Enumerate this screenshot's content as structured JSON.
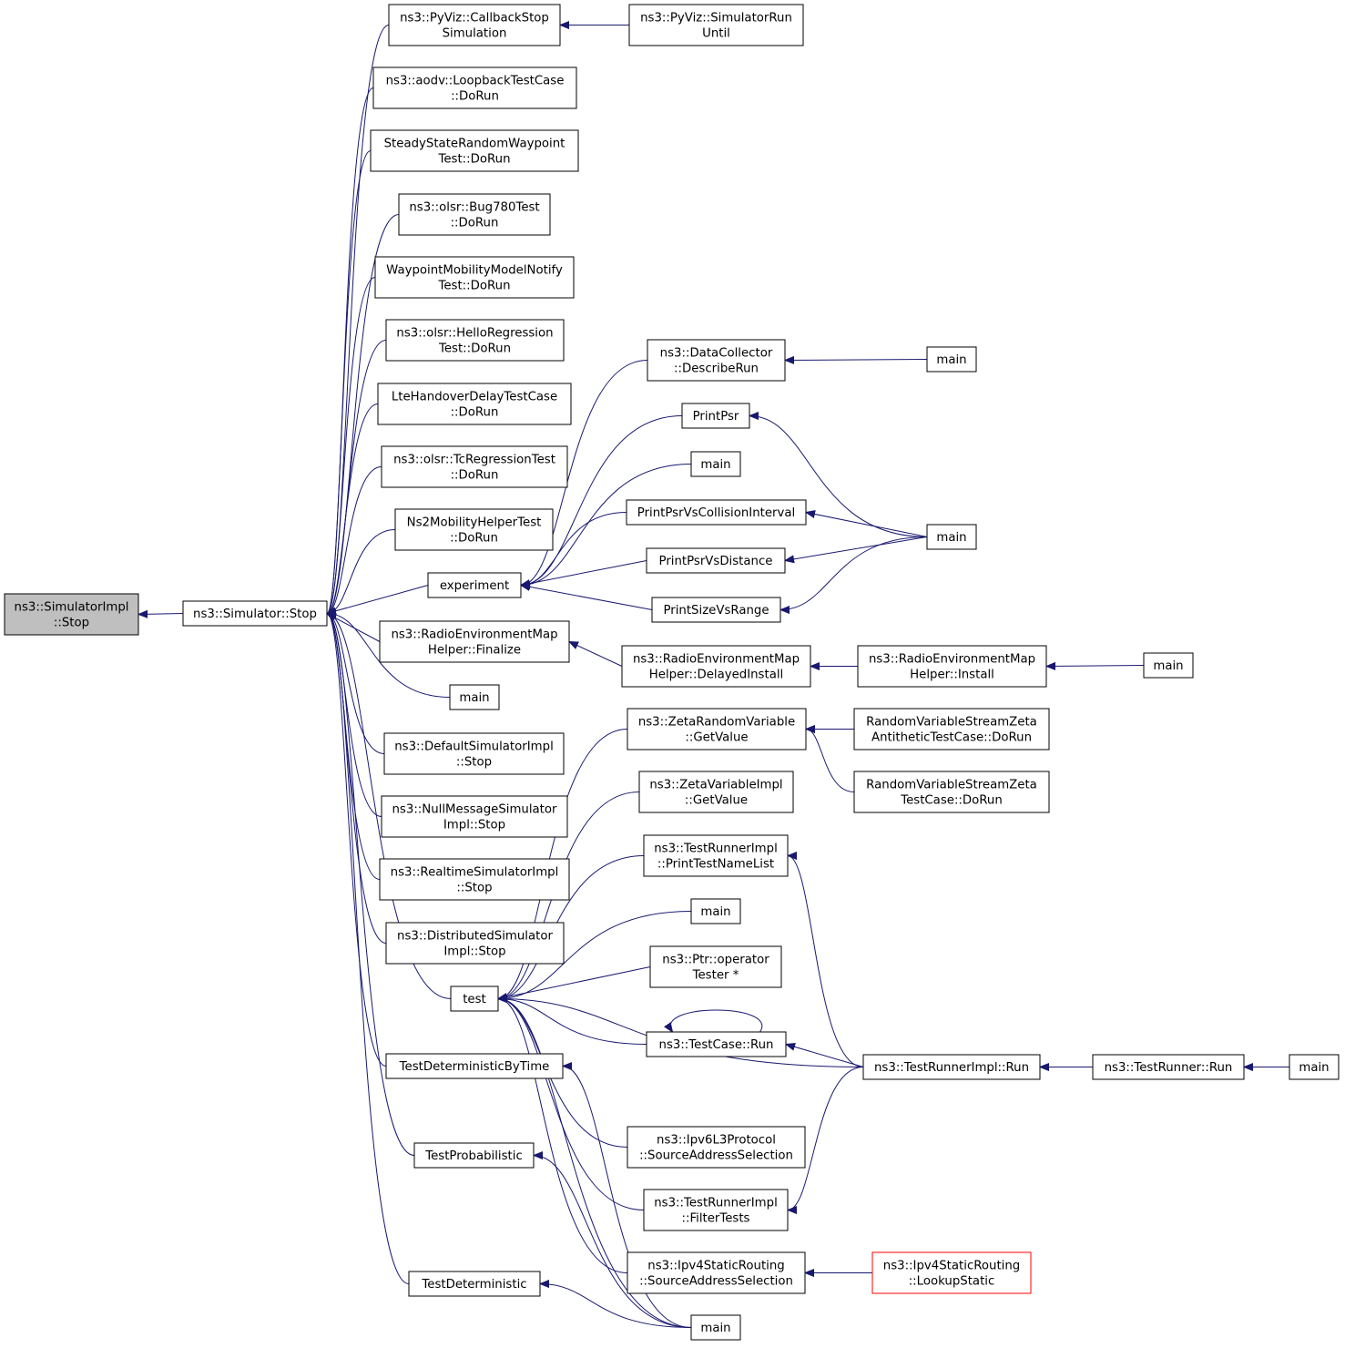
{
  "colors": {
    "edge": "#191970",
    "root_fill": "#bfbfbf",
    "node_border": "#000000",
    "truncated_border": "#ff0000"
  },
  "nodes": [
    {
      "id": "simimpl_stop",
      "lines": [
        "ns3::SimulatorImpl",
        "::Stop"
      ],
      "style": "root"
    },
    {
      "id": "simulator_stop",
      "lines": [
        "ns3::Simulator::Stop"
      ]
    },
    {
      "id": "pyviz_cbstop",
      "lines": [
        "ns3::PyViz::CallbackStop",
        "Simulation"
      ]
    },
    {
      "id": "pyviz_rununtil",
      "lines": [
        "ns3::PyViz::SimulatorRun",
        "Until"
      ]
    },
    {
      "id": "aodv_loopback",
      "lines": [
        "ns3::aodv::LoopbackTestCase",
        "::DoRun"
      ]
    },
    {
      "id": "steadystate",
      "lines": [
        "SteadyStateRandomWaypoint",
        "Test::DoRun"
      ]
    },
    {
      "id": "olsr_bug780",
      "lines": [
        "ns3::olsr::Bug780Test",
        "::DoRun"
      ]
    },
    {
      "id": "waypoint_notify",
      "lines": [
        "WaypointMobilityModelNotify",
        "Test::DoRun"
      ]
    },
    {
      "id": "olsr_hello",
      "lines": [
        "ns3::olsr::HelloRegression",
        "Test::DoRun"
      ]
    },
    {
      "id": "lte_handover",
      "lines": [
        "LteHandoverDelayTestCase",
        "::DoRun"
      ]
    },
    {
      "id": "olsr_tc",
      "lines": [
        "ns3::olsr::TcRegressionTest",
        "::DoRun"
      ]
    },
    {
      "id": "ns2mobility",
      "lines": [
        "Ns2MobilityHelperTest",
        "::DoRun"
      ]
    },
    {
      "id": "experiment",
      "lines": [
        "experiment"
      ]
    },
    {
      "id": "rem_finalize",
      "lines": [
        "ns3::RadioEnvironmentMap",
        "Helper::Finalize"
      ]
    },
    {
      "id": "main_a",
      "lines": [
        "main"
      ]
    },
    {
      "id": "default_stop",
      "lines": [
        "ns3::DefaultSimulatorImpl",
        "::Stop"
      ]
    },
    {
      "id": "nullmsg_stop",
      "lines": [
        "ns3::NullMessageSimulator",
        "Impl::Stop"
      ]
    },
    {
      "id": "realtime_stop",
      "lines": [
        "ns3::RealtimeSimulatorImpl",
        "::Stop"
      ]
    },
    {
      "id": "distributed_stop",
      "lines": [
        "ns3::DistributedSimulator",
        "Impl::Stop"
      ]
    },
    {
      "id": "test",
      "lines": [
        "test"
      ]
    },
    {
      "id": "test_det_time",
      "lines": [
        "TestDeterministicByTime"
      ]
    },
    {
      "id": "test_prob",
      "lines": [
        "TestProbabilistic"
      ]
    },
    {
      "id": "test_det",
      "lines": [
        "TestDeterministic"
      ]
    },
    {
      "id": "dc_describerun",
      "lines": [
        "ns3::DataCollector",
        "::DescribeRun"
      ]
    },
    {
      "id": "printpsr",
      "lines": [
        "PrintPsr"
      ]
    },
    {
      "id": "main_b",
      "lines": [
        "main"
      ]
    },
    {
      "id": "psr_collision",
      "lines": [
        "PrintPsrVsCollisionInterval"
      ]
    },
    {
      "id": "psr_distance",
      "lines": [
        "PrintPsrVsDistance"
      ]
    },
    {
      "id": "size_range",
      "lines": [
        "PrintSizeVsRange"
      ]
    },
    {
      "id": "rem_delayed",
      "lines": [
        "ns3::RadioEnvironmentMap",
        "Helper::DelayedInstall"
      ]
    },
    {
      "id": "zeta_rv",
      "lines": [
        "ns3::ZetaRandomVariable",
        "::GetValue"
      ]
    },
    {
      "id": "zeta_impl",
      "lines": [
        "ns3::ZetaVariableImpl",
        "::GetValue"
      ]
    },
    {
      "id": "tr_printlist",
      "lines": [
        "ns3::TestRunnerImpl",
        "::PrintTestNameList"
      ]
    },
    {
      "id": "main_c",
      "lines": [
        "main"
      ]
    },
    {
      "id": "ptr_tester",
      "lines": [
        "ns3::Ptr::operator",
        "Tester *"
      ]
    },
    {
      "id": "testcase_run",
      "lines": [
        "ns3::TestCase::Run"
      ]
    },
    {
      "id": "ipv6_sas",
      "lines": [
        "ns3::Ipv6L3Protocol",
        "::SourceAddressSelection"
      ]
    },
    {
      "id": "tr_filter",
      "lines": [
        "ns3::TestRunnerImpl",
        "::FilterTests"
      ]
    },
    {
      "id": "ipv4_sas",
      "lines": [
        "ns3::Ipv4StaticRouting",
        "::SourceAddressSelection"
      ]
    },
    {
      "id": "main_d",
      "lines": [
        "main"
      ]
    },
    {
      "id": "main_e",
      "lines": [
        "main"
      ]
    },
    {
      "id": "main_f",
      "lines": [
        "main"
      ]
    },
    {
      "id": "rem_install",
      "lines": [
        "ns3::RadioEnvironmentMap",
        "Helper::Install"
      ]
    },
    {
      "id": "zeta_antithetic",
      "lines": [
        "RandomVariableStreamZeta",
        "AntitheticTestCase::DoRun"
      ]
    },
    {
      "id": "zeta_testcase",
      "lines": [
        "RandomVariableStreamZeta",
        "TestCase::DoRun"
      ]
    },
    {
      "id": "tr_run",
      "lines": [
        "ns3::TestRunnerImpl::Run"
      ]
    },
    {
      "id": "ipv4_lookup",
      "lines": [
        "ns3::Ipv4StaticRouting",
        "::LookupStatic"
      ],
      "style": "truncated"
    },
    {
      "id": "main_g",
      "lines": [
        "main"
      ]
    },
    {
      "id": "testrunner_run",
      "lines": [
        "ns3::TestRunner::Run"
      ]
    },
    {
      "id": "main_h",
      "lines": [
        "main"
      ]
    }
  ],
  "edges": [
    [
      "simulator_stop",
      "simimpl_stop"
    ],
    [
      "pyviz_cbstop",
      "simulator_stop"
    ],
    [
      "aodv_loopback",
      "simulator_stop"
    ],
    [
      "steadystate",
      "simulator_stop"
    ],
    [
      "olsr_bug780",
      "simulator_stop"
    ],
    [
      "waypoint_notify",
      "simulator_stop"
    ],
    [
      "olsr_hello",
      "simulator_stop"
    ],
    [
      "lte_handover",
      "simulator_stop"
    ],
    [
      "olsr_tc",
      "simulator_stop"
    ],
    [
      "ns2mobility",
      "simulator_stop"
    ],
    [
      "experiment",
      "simulator_stop"
    ],
    [
      "rem_finalize",
      "simulator_stop"
    ],
    [
      "main_a",
      "simulator_stop"
    ],
    [
      "default_stop",
      "simulator_stop"
    ],
    [
      "nullmsg_stop",
      "simulator_stop"
    ],
    [
      "realtime_stop",
      "simulator_stop"
    ],
    [
      "distributed_stop",
      "simulator_stop"
    ],
    [
      "test",
      "simulator_stop"
    ],
    [
      "test_det_time",
      "simulator_stop"
    ],
    [
      "test_prob",
      "simulator_stop"
    ],
    [
      "test_det",
      "simulator_stop"
    ],
    [
      "pyviz_rununtil",
      "pyviz_cbstop"
    ],
    [
      "dc_describerun",
      "experiment"
    ],
    [
      "printpsr",
      "experiment"
    ],
    [
      "main_b",
      "experiment"
    ],
    [
      "psr_collision",
      "experiment"
    ],
    [
      "psr_distance",
      "experiment"
    ],
    [
      "size_range",
      "experiment"
    ],
    [
      "rem_delayed",
      "rem_finalize"
    ],
    [
      "zeta_rv",
      "test"
    ],
    [
      "zeta_impl",
      "test"
    ],
    [
      "tr_printlist",
      "test"
    ],
    [
      "main_c",
      "test"
    ],
    [
      "ptr_tester",
      "test"
    ],
    [
      "testcase_run",
      "test"
    ],
    [
      "tr_run",
      "test"
    ],
    [
      "ipv6_sas",
      "test"
    ],
    [
      "tr_filter",
      "test"
    ],
    [
      "ipv4_sas",
      "test"
    ],
    [
      "main_d",
      "test"
    ],
    [
      "main_d",
      "test_det_time"
    ],
    [
      "main_d",
      "test_prob"
    ],
    [
      "main_d",
      "test_det"
    ],
    [
      "main_e",
      "dc_describerun"
    ],
    [
      "main_f",
      "printpsr"
    ],
    [
      "main_f",
      "psr_collision"
    ],
    [
      "main_f",
      "psr_distance"
    ],
    [
      "main_f",
      "size_range"
    ],
    [
      "rem_install",
      "rem_delayed"
    ],
    [
      "main_g",
      "rem_install"
    ],
    [
      "zeta_antithetic",
      "zeta_rv"
    ],
    [
      "zeta_testcase",
      "zeta_rv"
    ],
    [
      "tr_run",
      "tr_printlist"
    ],
    [
      "testcase_run",
      "testcase_run"
    ],
    [
      "tr_run",
      "testcase_run"
    ],
    [
      "tr_run",
      "tr_filter"
    ],
    [
      "ipv4_lookup",
      "ipv4_sas"
    ],
    [
      "testrunner_run",
      "tr_run"
    ],
    [
      "main_h",
      "testrunner_run"
    ]
  ]
}
